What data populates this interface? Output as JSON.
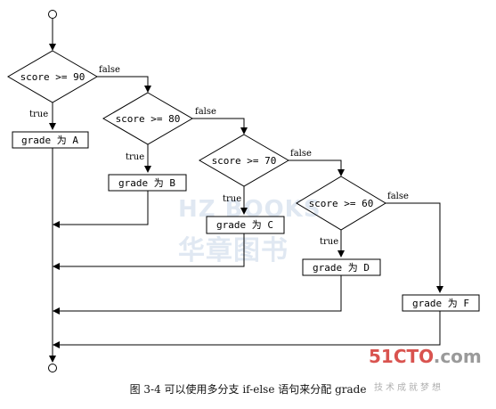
{
  "nodes": {
    "d1": "score >= 90",
    "d2": "score >= 80",
    "d3": "score >= 70",
    "d4": "score >= 60",
    "p1": "grade 为 A",
    "p2": "grade 为 B",
    "p3": "grade 为 C",
    "p4": "grade 为 D",
    "p5": "grade 为  F"
  },
  "edge_labels": {
    "true": "true",
    "false": "false"
  },
  "caption": "图 3-4  可以使用多分支 if-else 语句来分配 grade",
  "watermark": {
    "line1": "HZ BOOKS",
    "line2": "华章图书"
  },
  "logo": {
    "main": "51CTO",
    "suffix": ".com",
    "sub": "技术成就梦想",
    "accent": "#d9534f"
  }
}
